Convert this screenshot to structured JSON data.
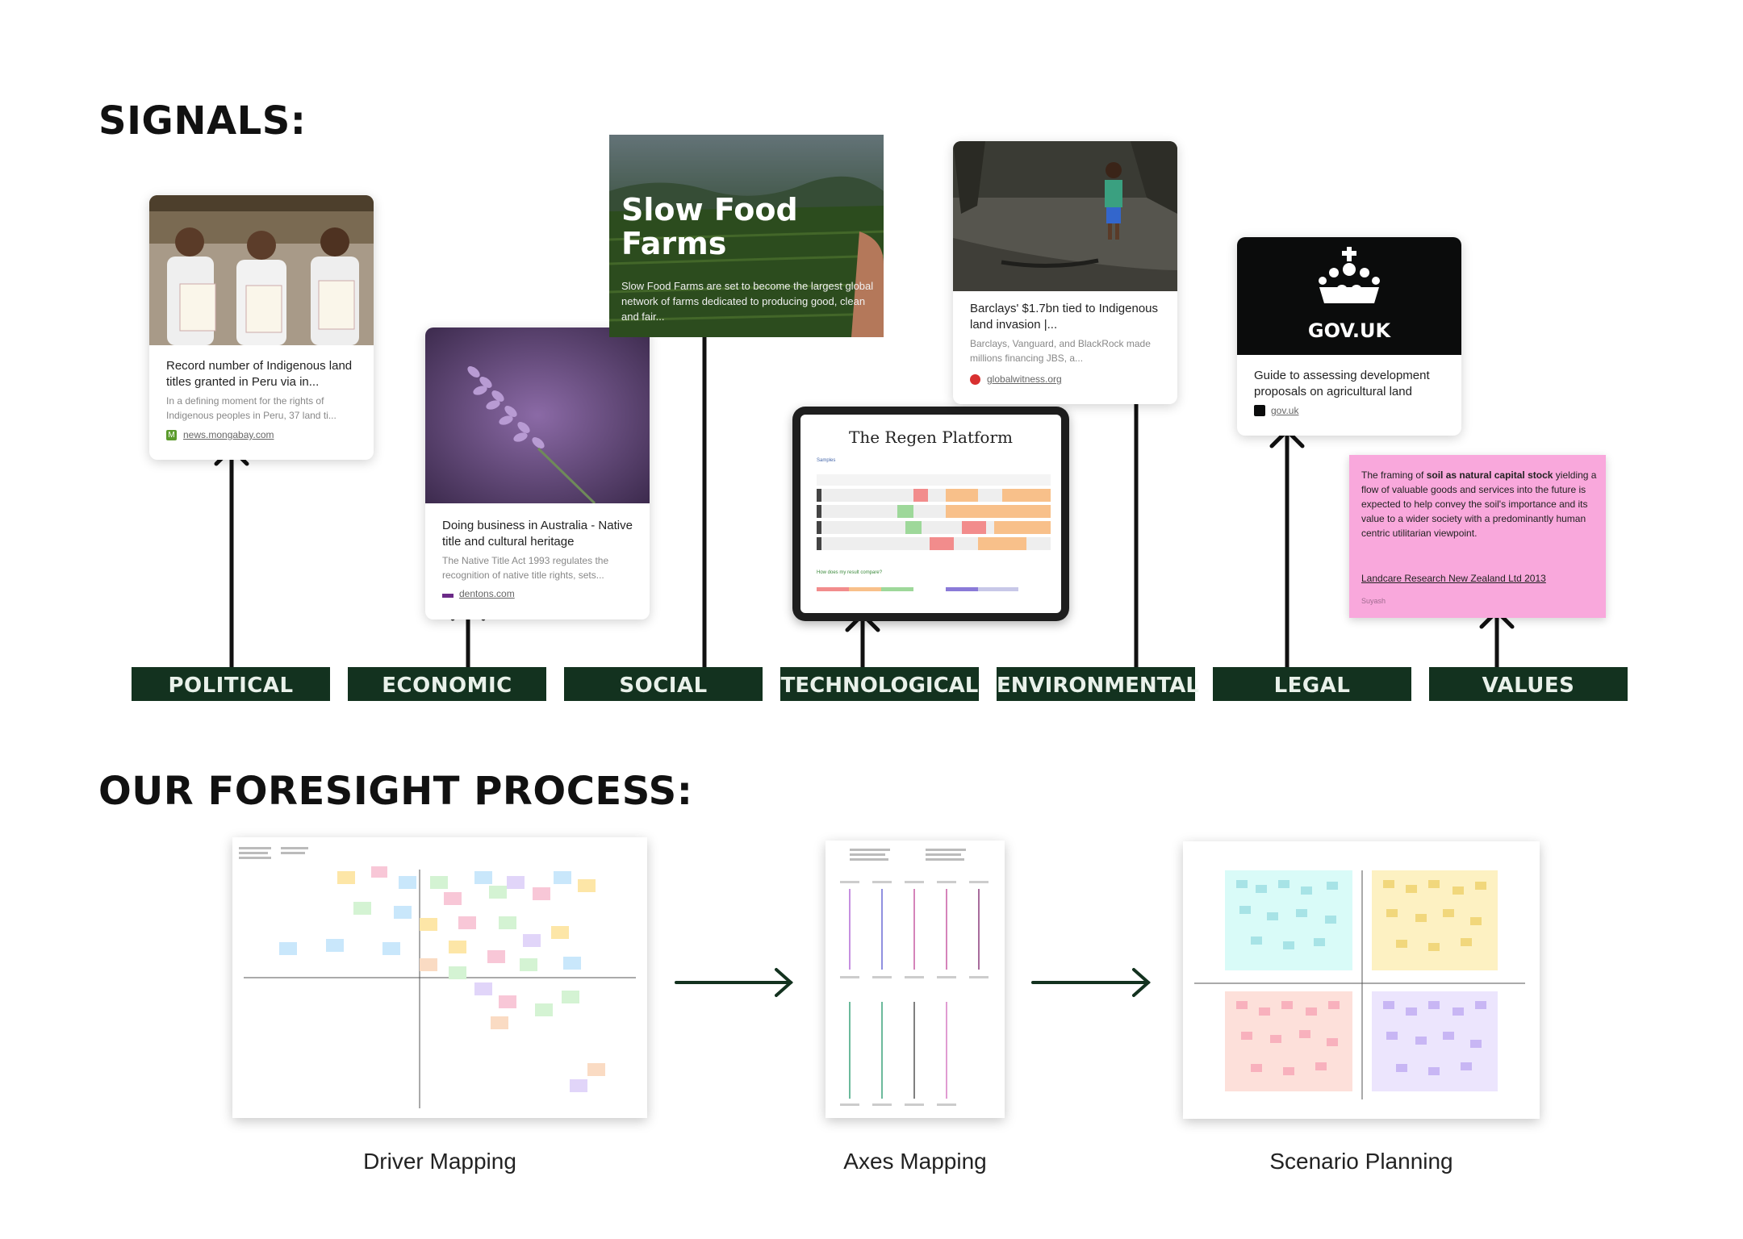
{
  "sections": {
    "signals_title": "SIGNALS:",
    "process_title": "OUR FORESIGHT PROCESS:"
  },
  "categories": [
    "POLITICAL",
    "ECONOMIC",
    "SOCIAL",
    "TECHNOLOGICAL",
    "ENVIRONMENTAL",
    "LEGAL",
    "VALUES"
  ],
  "cards": {
    "political": {
      "title": "Record number of Indigenous land titles granted in Peru via in...",
      "desc": "In a defining moment for the rights of Indigenous peoples in Peru, 37 land ti...",
      "source": "news.mongabay.com"
    },
    "economic": {
      "title": "Doing business in Australia - Native title and cultural heritage",
      "desc": "The Native Title Act 1993 regulates the recognition of native title rights, sets...",
      "source": "dentons.com"
    },
    "social": {
      "heading": "Slow Food Farms",
      "body": "Slow Food Farms are set to become the largest global network of farms dedicated to producing good, clean and fair..."
    },
    "technological": {
      "title": "The Regen Platform",
      "subtitle": "Samples",
      "question": "How does my result compare?"
    },
    "environmental": {
      "title": "Barclays' $1.7bn tied to Indigenous land invasion |...",
      "desc": "Barclays, Vanguard, and BlackRock made millions financing JBS, a...",
      "source": "globalwitness.org"
    },
    "legal": {
      "logo": "GOV.UK",
      "title": "Guide to assessing development proposals on agricultural land",
      "source": "gov.uk"
    },
    "values": {
      "text_pre": "The framing of ",
      "text_bold": "soil as natural capital stock",
      "text_post": " yielding a flow of valuable goods and services into the future is expected to help convey the soil's importance and its value to a wider society with a predominantly human centric utilitarian viewpoint.",
      "link": "Landcare Research New Zealand Ltd 2013",
      "author": "Suyash"
    }
  },
  "process": {
    "steps": [
      "Driver Mapping",
      "Axes Mapping",
      "Scenario Planning"
    ]
  },
  "colors": {
    "category_bg": "#13321f",
    "values_note": "#f9a8dc",
    "arrow": "#111111"
  }
}
